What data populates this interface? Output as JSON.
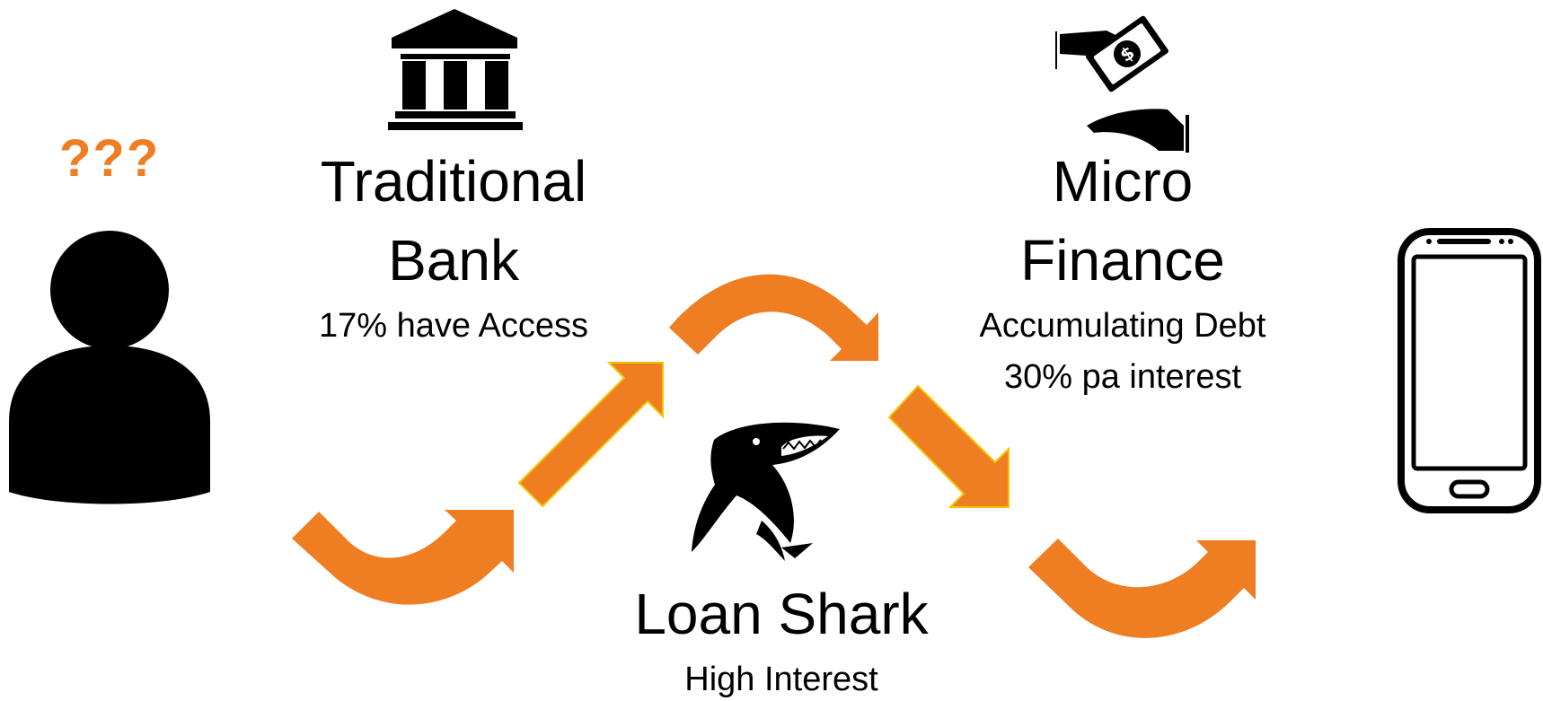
{
  "person": {
    "question_marks": "???",
    "icon": "person-icon"
  },
  "bank": {
    "title_line1": "Traditional",
    "title_line2": "Bank",
    "subtitle": "17% have Access",
    "icon": "bank-icon"
  },
  "microfinance": {
    "title_line1": "Micro",
    "title_line2": "Finance",
    "subtitle_line1": "Accumulating Debt",
    "subtitle_line2": "30% pa interest",
    "icon": "money-handover-icon"
  },
  "loanshark": {
    "title": "Loan Shark",
    "subtitle": "High Interest",
    "icon": "shark-icon"
  },
  "phone": {
    "icon": "smartphone-icon"
  },
  "colors": {
    "accent": "#EF7D22",
    "arrow_outline": "#F5C400",
    "ink": "#000000"
  }
}
